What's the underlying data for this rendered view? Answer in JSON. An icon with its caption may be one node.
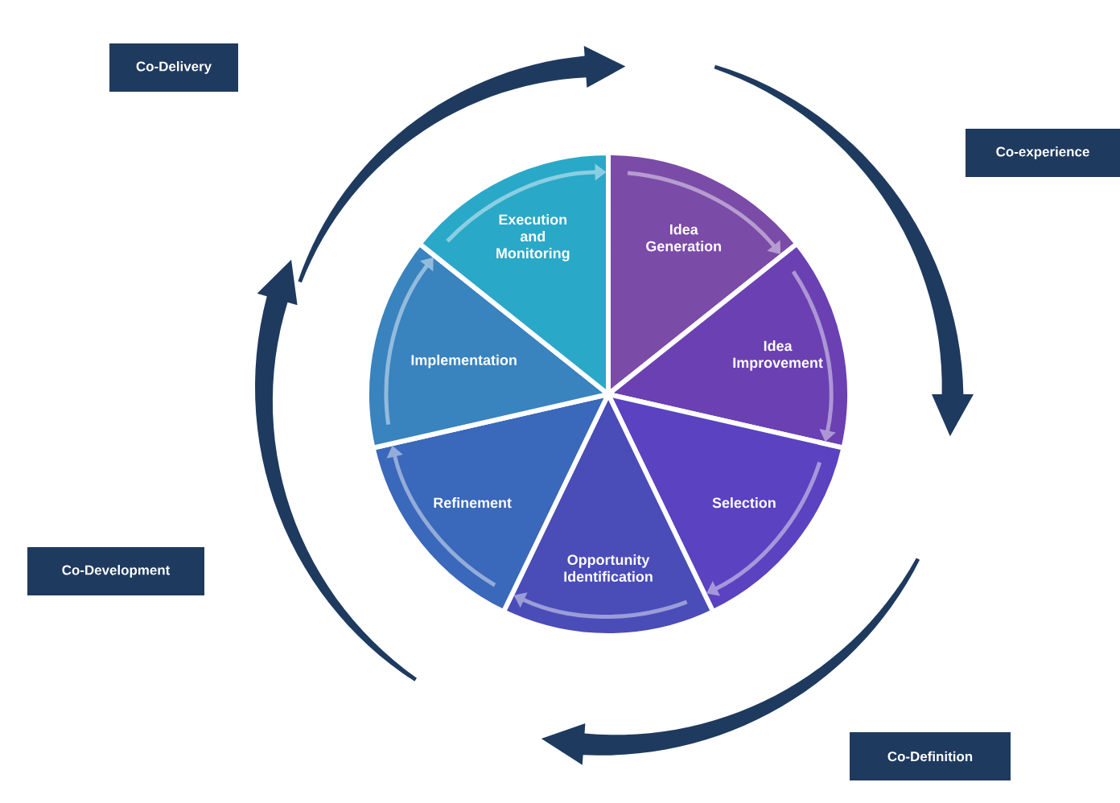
{
  "diagram": {
    "nodes": [
      {
        "text": [
          "Idea Generation"
        ]
      },
      {
        "text": [
          "Idea Improvement"
        ]
      },
      {
        "text": [
          "Selection"
        ]
      },
      {
        "text": [
          "Opportunity Identification"
        ]
      },
      {
        "text": [
          "Refinement"
        ]
      },
      {
        "text": [
          "Implementation"
        ]
      },
      {
        "text": [
          "Execution and Monitoring"
        ]
      },
      {
        "text": [
          "Co-Delivery"
        ]
      },
      {
        "text": [
          "Co-experience"
        ]
      },
      {
        "text": [
          "Co-Development"
        ]
      },
      {
        "text": [
          "Co-Definition"
        ]
      }
    ],
    "edges": [
      {
        "from": 0,
        "to": 1,
        "arrow": "to"
      },
      {
        "from": 1,
        "to": 2,
        "arrow": "to"
      },
      {
        "from": 2,
        "to": 3,
        "arrow": "to"
      },
      {
        "from": 3,
        "to": 4,
        "arrow": "to"
      },
      {
        "from": 4,
        "to": 5,
        "arrow": "to"
      },
      {
        "from": 5,
        "to": 6,
        "arrow": "to"
      },
      {
        "from": 6,
        "to": 0,
        "arrow": "to"
      }
    ]
  }
}
